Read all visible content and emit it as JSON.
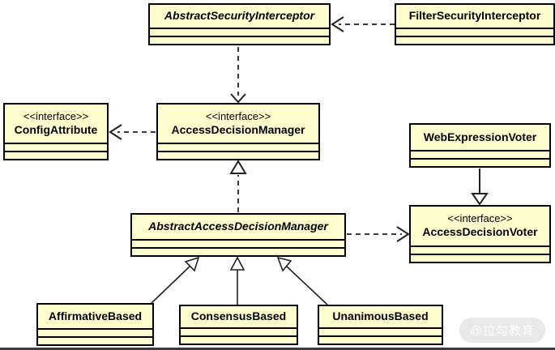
{
  "diagram": {
    "type": "uml-class-diagram",
    "classes": {
      "abstract_security_interceptor": {
        "name": "AbstractSecurityInterceptor",
        "abstract": true
      },
      "filter_security_interceptor": {
        "name": "FilterSecurityInterceptor",
        "abstract": false
      },
      "config_attribute": {
        "stereotype": "<<interface>>",
        "name": "ConfigAttribute"
      },
      "access_decision_manager": {
        "stereotype": "<<interface>>",
        "name": "AccessDecisionManager"
      },
      "web_expression_voter": {
        "name": "WebExpressionVoter",
        "abstract": false
      },
      "abstract_access_decision_manager": {
        "name": "AbstractAccessDecisionManager",
        "abstract": true
      },
      "access_decision_voter": {
        "stereotype": "<<interface>>",
        "name": "AccessDecisionVoter"
      },
      "affirmative_based": {
        "name": "AffirmativeBased",
        "abstract": false
      },
      "consensus_based": {
        "name": "ConsensusBased",
        "abstract": false
      },
      "unanimous_based": {
        "name": "UnanimousBased",
        "abstract": false
      }
    },
    "relationships": [
      {
        "from": "FilterSecurityInterceptor",
        "to": "AbstractSecurityInterceptor",
        "type": "dashed-dependency"
      },
      {
        "from": "AbstractSecurityInterceptor",
        "to": "AccessDecisionManager",
        "type": "dashed-dependency"
      },
      {
        "from": "AccessDecisionManager",
        "to": "ConfigAttribute",
        "type": "dashed-dependency"
      },
      {
        "from": "AbstractAccessDecisionManager",
        "to": "AccessDecisionManager",
        "type": "realization"
      },
      {
        "from": "AbstractAccessDecisionManager",
        "to": "AccessDecisionVoter",
        "type": "dashed-dependency"
      },
      {
        "from": "WebExpressionVoter",
        "to": "AccessDecisionVoter",
        "type": "generalization"
      },
      {
        "from": "AffirmativeBased",
        "to": "AbstractAccessDecisionManager",
        "type": "generalization"
      },
      {
        "from": "ConsensusBased",
        "to": "AbstractAccessDecisionManager",
        "type": "generalization"
      },
      {
        "from": "UnanimousBased",
        "to": "AbstractAccessDecisionManager",
        "type": "generalization"
      }
    ],
    "colors": {
      "class_fill": "#FEFECE",
      "class_border": "#000000",
      "line_color": "#3a3a3a",
      "background": "#FFFFFF"
    },
    "watermark": "@拉勾教育"
  }
}
